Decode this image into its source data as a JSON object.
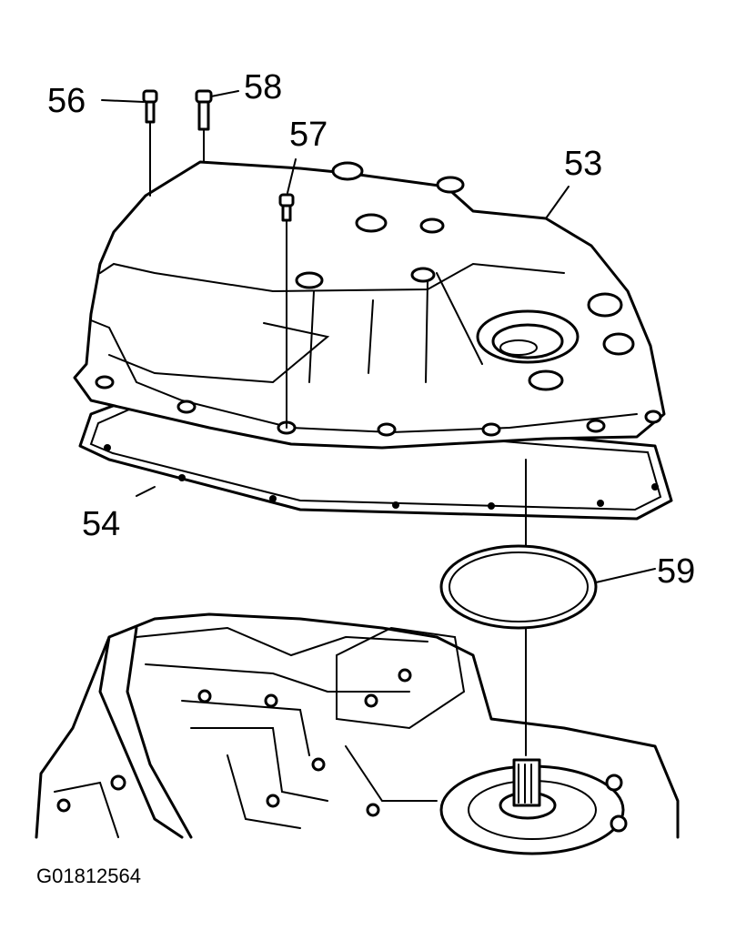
{
  "callouts": [
    {
      "id": "56",
      "label": "56"
    },
    {
      "id": "58",
      "label": "58"
    },
    {
      "id": "57",
      "label": "57"
    },
    {
      "id": "53",
      "label": "53"
    },
    {
      "id": "54",
      "label": "54"
    },
    {
      "id": "59",
      "label": "59"
    }
  ],
  "figure_id": "G01812564",
  "colors": {
    "ink": "#000000",
    "paper": "#ffffff"
  }
}
